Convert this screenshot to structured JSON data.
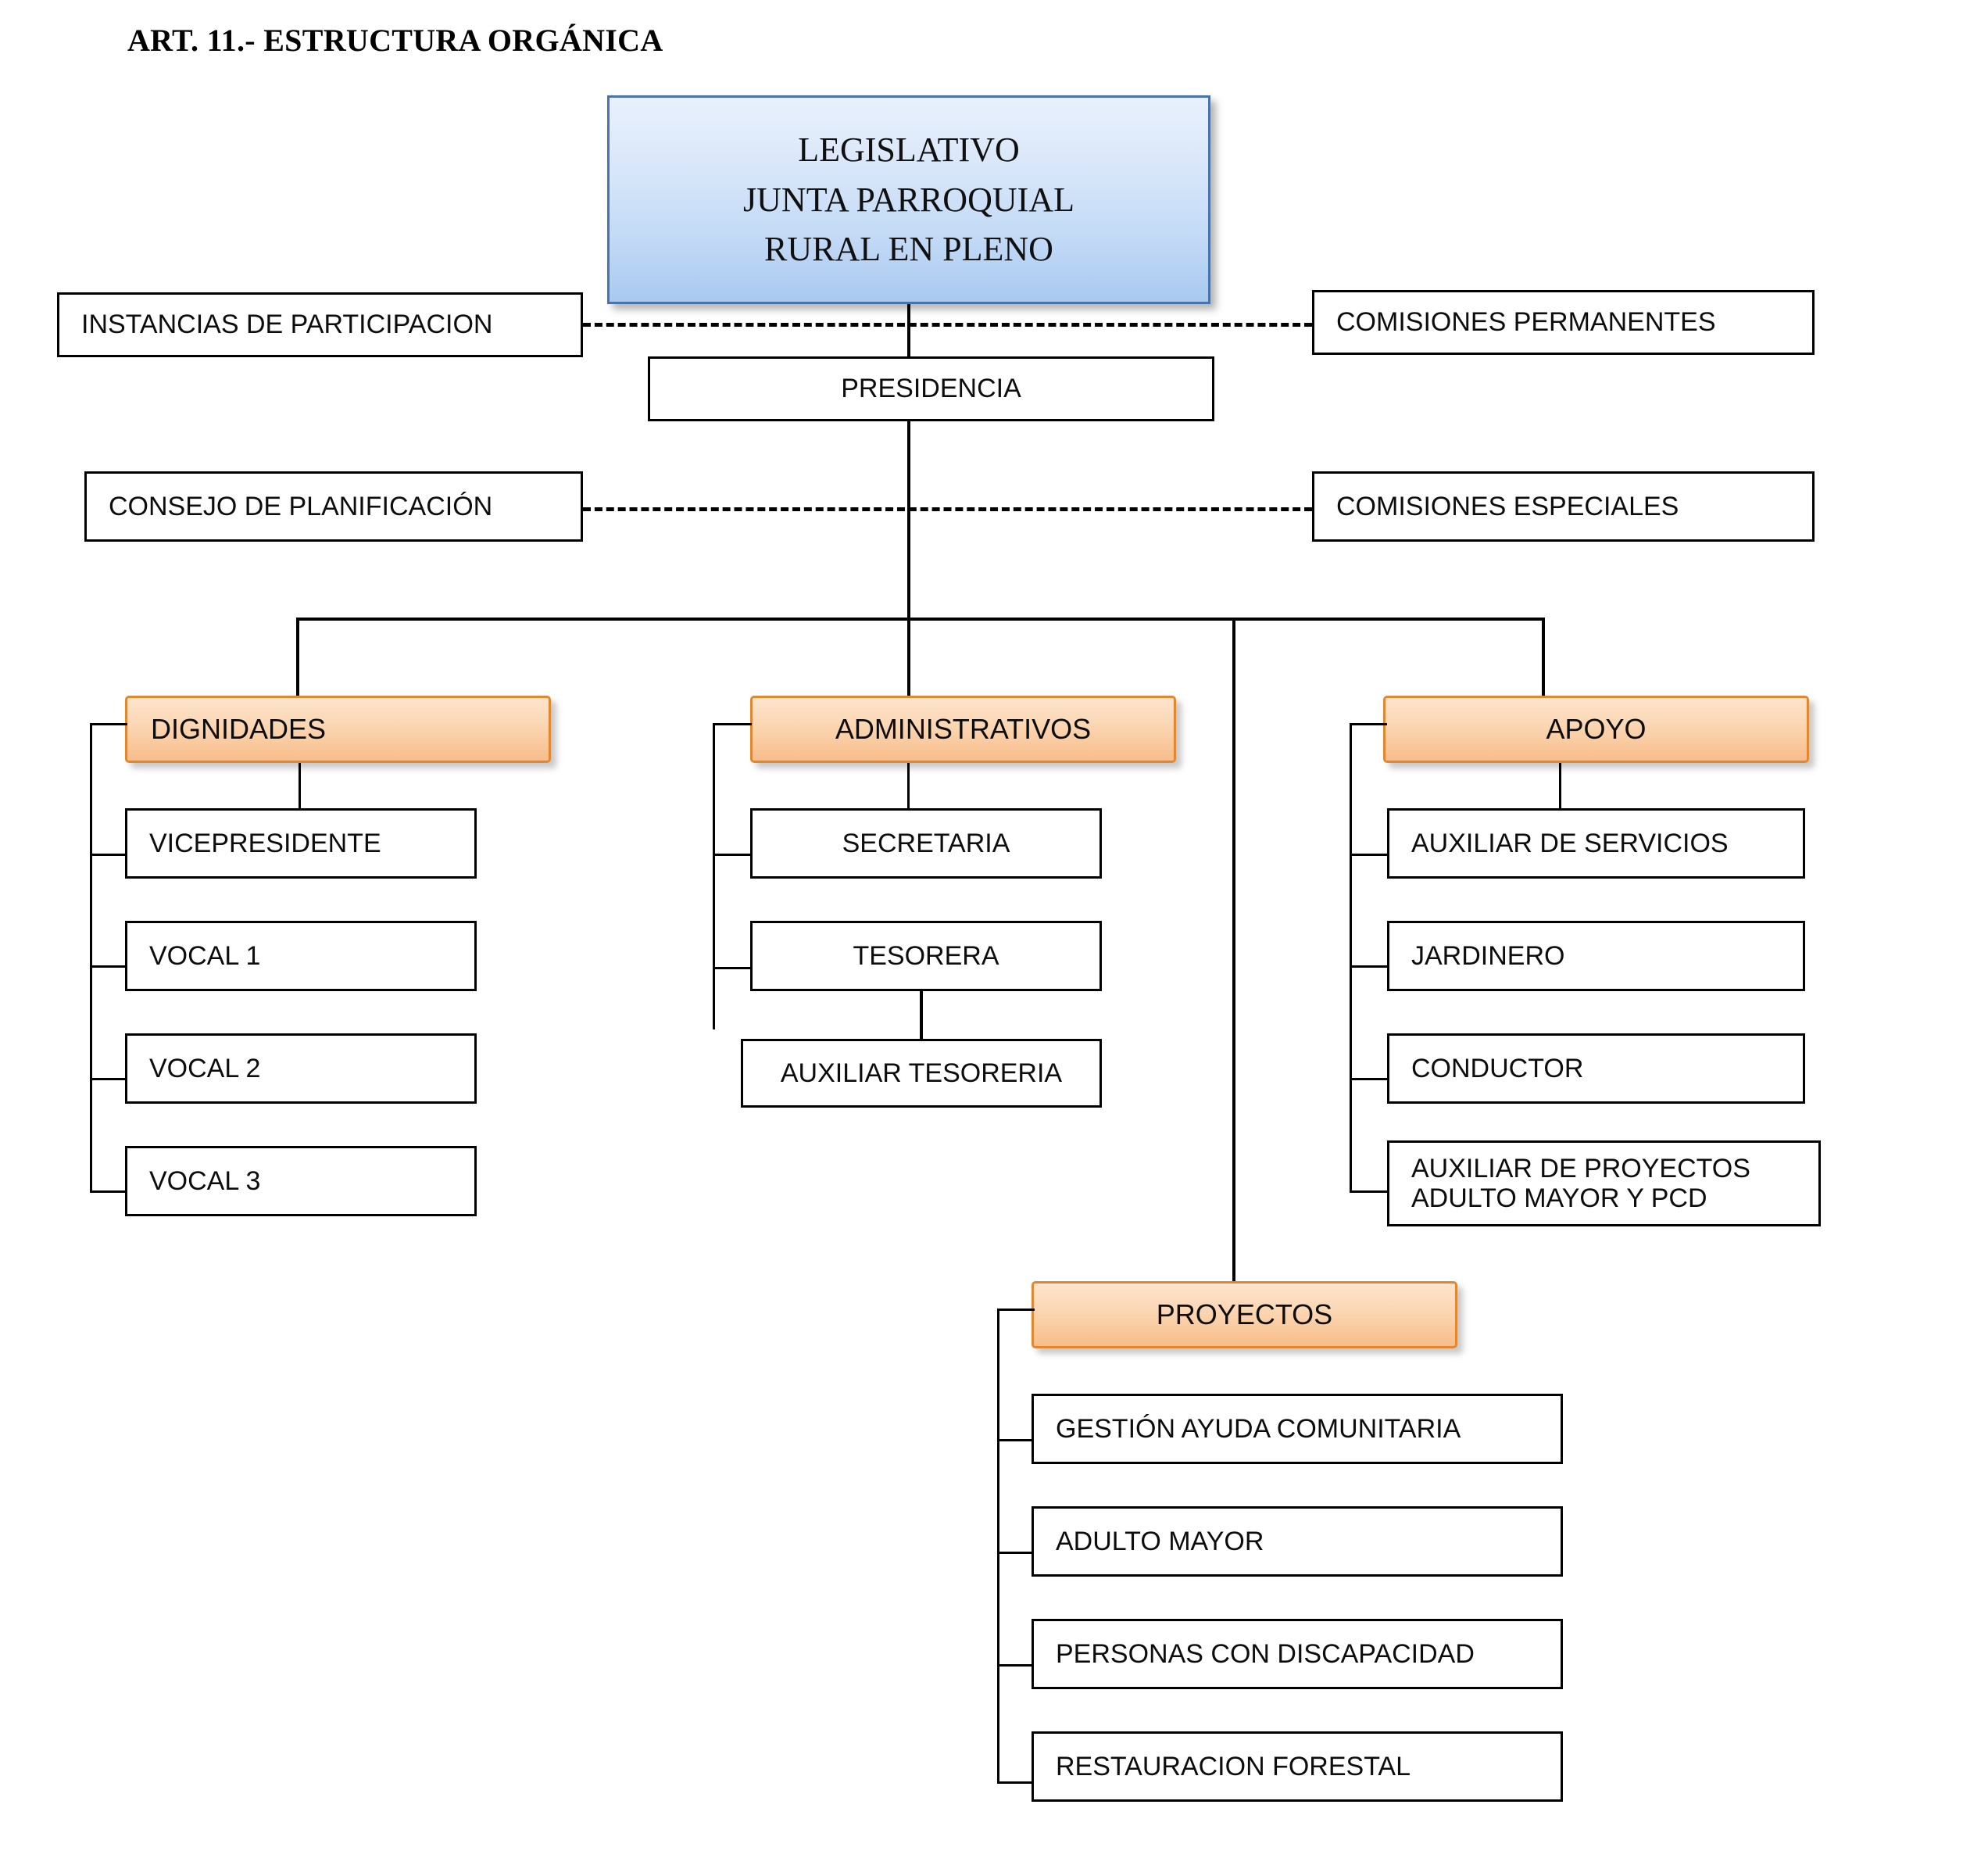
{
  "document": {
    "title": "ART. 11.- ESTRUCTURA ORGÁNICA"
  },
  "colors": {
    "root_border": "#4A74A8",
    "root_fill_top": "#e8f0fc",
    "root_fill_bottom": "#a9c9f0",
    "group_border": "#E2872F",
    "group_fill_top": "#fde4cd",
    "group_fill_bottom": "#f8bd8a",
    "node_border": "#000000",
    "node_fill": "#ffffff",
    "connector": "#000000"
  },
  "chart_data": {
    "type": "diagram",
    "title": "ART. 11.- ESTRUCTURA ORGÁNICA",
    "subtype": "organizational-chart",
    "root": "LEGISLATIVO JUNTA PARROQUIAL RURAL EN PLENO",
    "nodes": [
      {
        "id": "root",
        "label": "LEGISLATIVO / JUNTA PARROQUIAL / RURAL EN PLENO",
        "style": "blue",
        "parent": null
      },
      {
        "id": "presidencia",
        "label": "PRESIDENCIA",
        "style": "white",
        "parent": "root"
      },
      {
        "id": "instancias",
        "label": "INSTANCIAS DE PARTICIPACION",
        "style": "white",
        "parent": "root",
        "link": "dashed"
      },
      {
        "id": "comisiones_permanentes",
        "label": "COMISIONES PERMANENTES",
        "style": "white",
        "parent": "root",
        "link": "dashed"
      },
      {
        "id": "consejo",
        "label": "CONSEJO DE PLANIFICACIÓN",
        "style": "white",
        "parent": "presidencia",
        "link": "dashed"
      },
      {
        "id": "comisiones_especiales",
        "label": "COMISIONES ESPECIALES",
        "style": "white",
        "parent": "presidencia",
        "link": "dashed"
      },
      {
        "id": "dignidades",
        "label": "DIGNIDADES",
        "style": "orange",
        "parent": "presidencia"
      },
      {
        "id": "administrativos",
        "label": "ADMINISTRATIVOS",
        "style": "orange",
        "parent": "presidencia"
      },
      {
        "id": "apoyo",
        "label": "APOYO",
        "style": "orange",
        "parent": "presidencia"
      },
      {
        "id": "proyectos",
        "label": "PROYECTOS",
        "style": "orange",
        "parent": "presidencia"
      },
      {
        "id": "vicepresidente",
        "label": "VICEPRESIDENTE",
        "style": "white",
        "parent": "dignidades"
      },
      {
        "id": "vocal1",
        "label": "VOCAL 1",
        "style": "white",
        "parent": "dignidades"
      },
      {
        "id": "vocal2",
        "label": "VOCAL 2",
        "style": "white",
        "parent": "dignidades"
      },
      {
        "id": "vocal3",
        "label": "VOCAL 3",
        "style": "white",
        "parent": "dignidades"
      },
      {
        "id": "secretaria",
        "label": "SECRETARIA",
        "style": "white",
        "parent": "administrativos"
      },
      {
        "id": "tesorera",
        "label": "TESORERA",
        "style": "white",
        "parent": "administrativos"
      },
      {
        "id": "auxiliar_tesoreria",
        "label": "AUXILIAR TESORERIA",
        "style": "white",
        "parent": "tesorera"
      },
      {
        "id": "auxiliar_servicios",
        "label": "AUXILIAR DE SERVICIOS",
        "style": "white",
        "parent": "apoyo"
      },
      {
        "id": "jardinero",
        "label": "JARDINERO",
        "style": "white",
        "parent": "apoyo"
      },
      {
        "id": "conductor",
        "label": "CONDUCTOR",
        "style": "white",
        "parent": "apoyo"
      },
      {
        "id": "auxiliar_proyectos",
        "label": "AUXILIAR DE PROYECTOS ADULTO MAYOR Y PCD",
        "style": "white",
        "parent": "apoyo"
      },
      {
        "id": "gestion",
        "label": "GESTIÓN AYUDA COMUNITARIA",
        "style": "white",
        "parent": "proyectos"
      },
      {
        "id": "adulto_mayor",
        "label": "ADULTO MAYOR",
        "style": "white",
        "parent": "proyectos"
      },
      {
        "id": "discapacidad",
        "label": "PERSONAS CON DISCAPACIDAD",
        "style": "white",
        "parent": "proyectos"
      },
      {
        "id": "forestal",
        "label": "RESTAURACION FORESTAL",
        "style": "white",
        "parent": "proyectos"
      }
    ]
  },
  "root": {
    "line1": "LEGISLATIVO",
    "line2": "JUNTA PARROQUIAL",
    "line3": "RURAL EN PLENO"
  },
  "top_row": {
    "left": "INSTANCIAS DE PARTICIPACION",
    "right": "COMISIONES PERMANENTES",
    "center": "PRESIDENCIA"
  },
  "second_row": {
    "left": "CONSEJO DE PLANIFICACIÓN",
    "right": "COMISIONES ESPECIALES"
  },
  "branches": {
    "dignidades": {
      "header": "DIGNIDADES",
      "children": [
        "VICEPRESIDENTE",
        "VOCAL 1",
        "VOCAL 2",
        "VOCAL 3"
      ]
    },
    "administrativos": {
      "header": "ADMINISTRATIVOS",
      "children": [
        "SECRETARIA",
        "TESORERA"
      ],
      "sub": "AUXILIAR TESORERIA"
    },
    "apoyo": {
      "header": "APOYO",
      "children": [
        "AUXILIAR DE SERVICIOS",
        "JARDINERO",
        "CONDUCTOR"
      ],
      "child_two_line": {
        "line1": "AUXILIAR DE PROYECTOS",
        "line2": "ADULTO MAYOR Y PCD"
      }
    },
    "proyectos": {
      "header": "PROYECTOS",
      "children": [
        "GESTIÓN AYUDA COMUNITARIA",
        "ADULTO MAYOR",
        "PERSONAS CON DISCAPACIDAD",
        "RESTAURACION FORESTAL"
      ]
    }
  }
}
